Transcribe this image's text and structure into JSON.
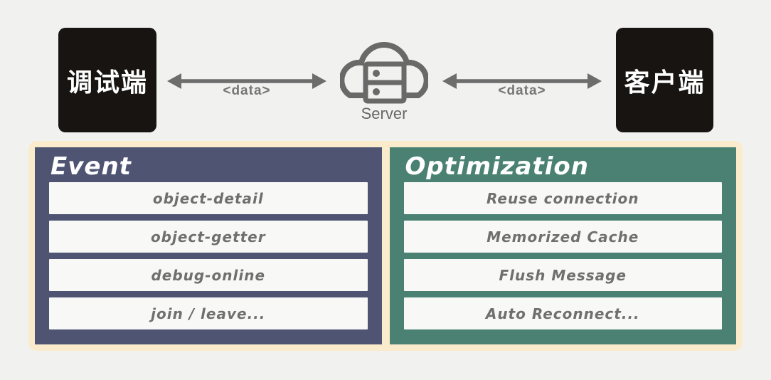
{
  "top": {
    "debug_client_label": "调试端",
    "client_label": "客户端",
    "server_label": "Server",
    "left_link_label": "<data>",
    "right_link_label": "<data>"
  },
  "panels": {
    "event": {
      "title": "Event",
      "items": [
        "object-detail",
        "object-getter",
        "debug-online",
        "join / leave..."
      ]
    },
    "optimization": {
      "title": "Optimization",
      "items": [
        "Reuse connection",
        "Memorized Cache",
        "Flush Message",
        "Auto Reconnect..."
      ]
    }
  },
  "icons": {
    "server": "cloud-server-icon",
    "left_link": "double-arrow-icon",
    "right_link": "double-arrow-icon"
  },
  "colors": {
    "background": "#f1f1f0",
    "cream_tray": "#faebcd",
    "event_panel": "#4e5472",
    "optimization_panel": "#4a8173",
    "row_background": "#f8f8f7",
    "row_text": "#6f6f6f",
    "arrow_gray": "#6d6d6d",
    "black_box": "#171412",
    "icon_gray": "#696969"
  }
}
